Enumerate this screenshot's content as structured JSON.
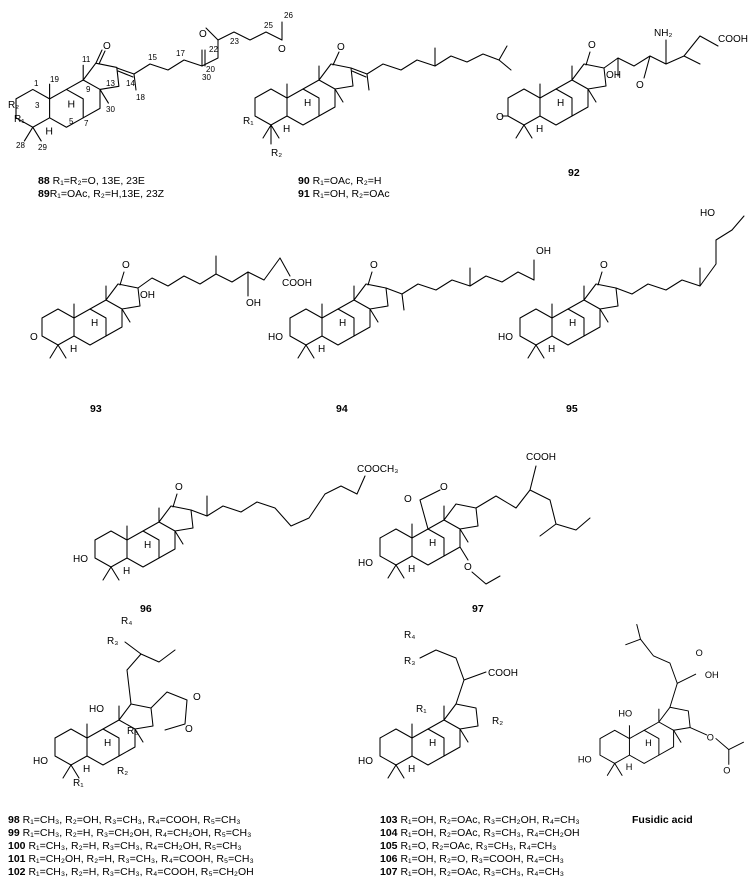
{
  "compounds": {
    "c88_89": {
      "caption_lines": [
        {
          "id": "88",
          "text": " R₁=R₂=O, 13E, 23E"
        },
        {
          "id": "89",
          "text": "R₁=OAc, R₂=H,13E, 23Z"
        }
      ],
      "numbering": [
        "1",
        "3",
        "5",
        "9",
        "11",
        "13",
        "14",
        "15",
        "17",
        "18",
        "19",
        "20",
        "22",
        "23",
        "25",
        "26",
        "28",
        "29",
        "30",
        "30",
        "7"
      ],
      "substituents": {
        "r1": "R₁",
        "r2": "R₂"
      }
    },
    "c90_91": {
      "caption_lines": [
        {
          "id": "90",
          "text": " R₁=OAc, R₂=H"
        },
        {
          "id": "91",
          "text": " R₁=OH, R₂=OAc"
        }
      ],
      "substituents": {
        "r1": "R₁",
        "r2": "R₂"
      }
    },
    "c92": {
      "label": "92",
      "groups": [
        "NH₂",
        "COOH",
        "OH",
        "H"
      ]
    },
    "c93": {
      "label": "93",
      "groups": [
        "COOH",
        "OH",
        "OH",
        "H"
      ]
    },
    "c94": {
      "label": "94",
      "groups": [
        "OH",
        "HO",
        "H"
      ]
    },
    "c95": {
      "label": "95",
      "groups": [
        "HO",
        "HO",
        "H"
      ]
    },
    "c96": {
      "label": "96",
      "groups": [
        "COOCH₃",
        "HO",
        "H"
      ]
    },
    "c97": {
      "label": "97",
      "groups": [
        "COOH",
        "O",
        "O",
        "O",
        "HO",
        "H"
      ]
    },
    "c98_102": {
      "caption_lines": [
        {
          "id": "98",
          "text": " R₁=CH₃, R₂=OH, R₃=CH₃, R₄=COOH, R₅=CH₃"
        },
        {
          "id": "99",
          "text": " R₁=CH₃, R₂=H, R₃=CH₂OH, R₄=CH₂OH, R₅=CH₃"
        },
        {
          "id": "100",
          "text": " R₁=CH₃, R₂=H, R₃=CH₃, R₄=CH₂OH, R₅=CH₃"
        },
        {
          "id": "101",
          "text": " R₁=CH₂OH, R₂=H, R₃=CH₃, R₄=COOH, R₅=CH₃"
        },
        {
          "id": "102",
          "text": " R₁=CH₃, R₂=H, R₃=CH₃, R₄=COOH, R₅=CH₂OH"
        }
      ],
      "groups": [
        "R₄",
        "R₃",
        "HO",
        "HO",
        "R₅",
        "R₁",
        "R₂",
        "H",
        "O",
        "O"
      ]
    },
    "c103_107": {
      "caption_lines": [
        {
          "id": "103",
          "text": " R₁=OH, R₂=OAc, R₃=CH₂OH, R₄=CH₃"
        },
        {
          "id": "104",
          "text": " R₁=OH, R₂=OAc, R₃=CH₃, R₄=CH₂OH"
        },
        {
          "id": "105",
          "text": " R₁=O, R₂=OAc, R₃=CH₃, R₄=CH₃"
        },
        {
          "id": "106",
          "text": " R₁=OH, R₂=O, R₃=COOH, R₄=CH₃"
        },
        {
          "id": "107",
          "text": " R₁=OH, R₂=OAc, R₃=CH₃, R₄=CH₃"
        }
      ],
      "groups": [
        "R₄",
        "R₃",
        "COOH",
        "R₁",
        "R₂",
        "HO",
        "H"
      ]
    },
    "fusidic": {
      "label": "Fusidic acid",
      "groups": [
        "HO",
        "OH",
        "O",
        "HO",
        "O",
        "O",
        "H"
      ]
    }
  }
}
